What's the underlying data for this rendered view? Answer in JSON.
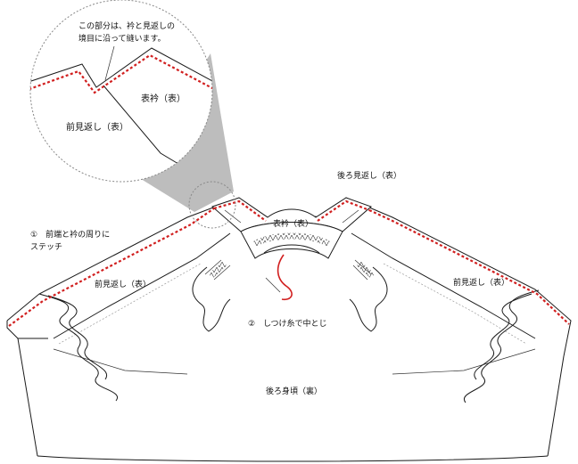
{
  "labels": {
    "callout_note_line1": "この部分は、衿と見返しの",
    "callout_note_line2": "境目に沿って縫います。",
    "callout_collar": "表衿（表）",
    "callout_facing": "前見返し（表）",
    "back_facing": "後ろ見返し（表）",
    "collar": "表衿（表）",
    "step1_line1": "①　前端と衿の周りに",
    "step1_line2": "ステッチ",
    "front_facing_left": "前見返し（表）",
    "front_facing_right": "前見返し（表）",
    "step2": "②　しつけ糸で中とじ",
    "back_body": "後ろ身頃（裏）"
  },
  "colors": {
    "stitch": "#d11f1f",
    "callout_wedge": "#bdbdbd",
    "outline": "#1a1a1a"
  }
}
